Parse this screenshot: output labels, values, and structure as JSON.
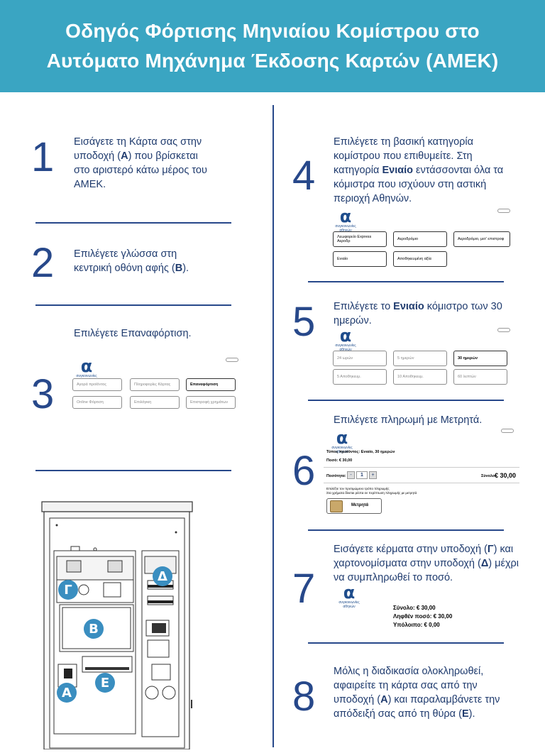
{
  "header": {
    "title_line1": "Οδηγός Φόρτισης Μηνιαίου Κομίστρου στο",
    "title_line2": "Αυτόματο Μηχάνημα Έκδοσης Καρτών (ΑΜΕΚ)"
  },
  "colors": {
    "header_bg": "#3aa5c2",
    "text": "#1f3b6e",
    "rule": "#27488a",
    "label_bg": "#3a8ec0"
  },
  "steps": [
    {
      "num": "1",
      "l1": "Εισάγετε τη Κάρτα  σας στην",
      "l2a": "υποδοχή (",
      "l2b": "Α",
      "l2c": ") που βρίσκεται",
      "l3": "στο αριστερό κάτω μέρος του",
      "l4": "ΑΜΕΚ."
    },
    {
      "num": "2",
      "l1": "Επιλέγετε γλώσσα στη",
      "l2a": "κεντρική οθόνη αφής (",
      "l2b": "Β",
      "l2c": ")."
    },
    {
      "num": "3",
      "l1": "Επιλέγετε Επαναφόρτιση."
    },
    {
      "num": "4",
      "l1": "Επιλέγετε τη βασική κατηγορία",
      "l2": "κομίστρου που επιθυμείτε. Στη",
      "l3a": "κατηγορία ",
      "l3b": "Ενιαίο",
      "l3c": " εντάσσονται όλα τα",
      "l4": "κόμιστρα που ισχύουν στη αστική",
      "l5": "περιοχή Αθηνών."
    },
    {
      "num": "5",
      "l1a": "Επιλέγετε το ",
      "l1b": "Ενιαίο",
      "l1c": " κόμιστρο των 30",
      "l2": "ημερών."
    },
    {
      "num": "6",
      "l1": "Επιλέγετε πληρωμή με Μετρητά."
    },
    {
      "num": "7",
      "l1a": "Εισάγετε κέρματα στην υποδοχή (",
      "l1b": "Γ",
      "l1c": ") και",
      "l2a": "χαρτονομίσματα στην υποδοχή (",
      "l2b": "Δ",
      "l2c": ") μέχρι",
      "l3": "να συμπληρωθεί το ποσό."
    },
    {
      "num": "8",
      "l1": "Μόλις η διαδικασία ολοκληρωθεί,",
      "l2": "αφαιρείτε τη κάρτα σας από την",
      "l3a": "υποδοχή (",
      "l3b": "Α",
      "l3c": ") και παραλαμβάνετε την",
      "l4a": "απόδειξή σας από τη θύρα (",
      "l4b": "Ε",
      "l4c": ")."
    }
  ],
  "logo": {
    "mark": "α",
    "sub1": "συγκοινωνίες",
    "sub2": "αθηνών"
  },
  "screen3": {
    "buttons": [
      "Αγορά προϊόντος",
      "Πληροφορίες Κάρτας",
      "Επαναφόρτιση",
      "Online Φόρτιση",
      "Επιλόγικη",
      "Επιστροφή χρημάτων"
    ]
  },
  "screen4": {
    "buttons": [
      "Λεωφορείο Express Αεροδρ",
      "Αεροδρόμιο",
      "Αεροδρόμιο, μετ' επιστροφ",
      "Ενιαίο",
      "Αποθηκευμένη αξία"
    ]
  },
  "screen5": {
    "buttons": [
      "24 ωρών",
      "5 ημερών",
      "30 ημερών",
      "5 Αποθηκευμ.",
      "10 Αποθηκευμ.",
      "60 λεπτών"
    ]
  },
  "screen6": {
    "product": "Τύπος προϊόντος: Ενιαίο, 30 ημερών",
    "amount": "Ποσό: € 30,00",
    "qty_label": "Ποσότητα:",
    "qty": "1",
    "minus": "-",
    "plus": "+",
    "total_label": "Σύνολο:",
    "total": "€ 30,00",
    "note1": "Επιλέξτε τον προτιμώμενο τρόπο πληρωμής",
    "note2": "Στα χρήματα δίνεται ρέστα σε περίπτωση πληρωμής με μετρητά",
    "cash": "Μετρητά"
  },
  "screen7": {
    "l1": "Σύνολο: € 30,00",
    "l2": "Ληφθέν ποσό: € 30,00",
    "l3": "Υπόλοιπο: € 0,00"
  },
  "machine_labels": {
    "a": "Α",
    "b": "Β",
    "g": "Γ",
    "d": "Δ",
    "e": "Ε"
  }
}
